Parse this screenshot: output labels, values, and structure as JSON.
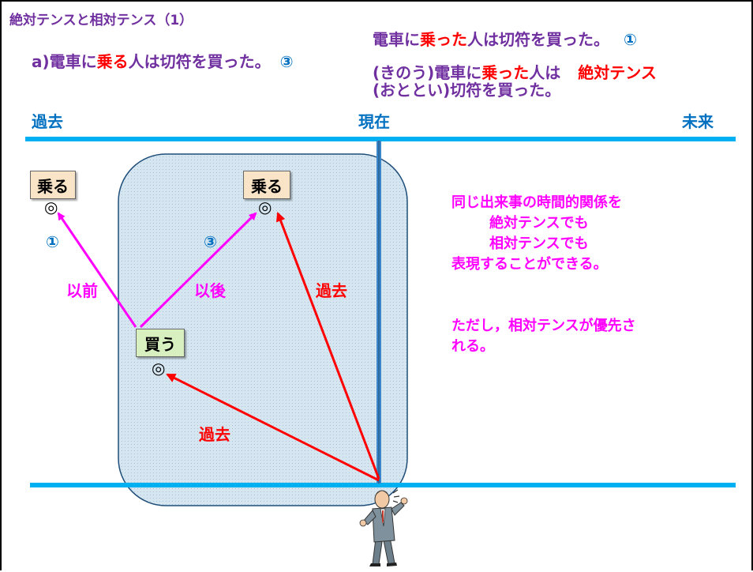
{
  "title": "絶対テンスと相対テンス（1）",
  "example_a": {
    "prefix": "a)電車に",
    "verb": "乗る",
    "suffix": "人は切符を買った。",
    "mark": "③"
  },
  "example_1": {
    "prefix": "電車に",
    "verb": "乗った",
    "suffix": "人は切符を買った。",
    "mark": "①"
  },
  "example_abs": {
    "line1_prefix": "(きのう)電車に",
    "line1_verb": "乗った",
    "line1_suffix": "人は",
    "label": "絶対テンス",
    "line2": "(おととい)切符を買った。"
  },
  "timeline": {
    "past": "過去",
    "present": "現在",
    "future": "未来"
  },
  "events": {
    "ride_far": "乗る",
    "ride_near": "乗る",
    "buy": "買う",
    "event_mark": "◎"
  },
  "arrow_labels": {
    "circle1": "①",
    "circle3": "③",
    "before": "以前",
    "after": "以後",
    "past_upper": "過去",
    "past_lower": "過去"
  },
  "note": {
    "line1": "同じ出来事の時間的関係を",
    "line2": "絶対テンスでも",
    "line3": "相対テンスでも",
    "line4": "表現することができる。",
    "line5": "ただし，相対テンスが優先さ",
    "line6": "れる。"
  },
  "colors": {
    "timeline": "#00b0f0",
    "region_fill": "#dce9f2",
    "region_border": "#1f4e79",
    "arrow_relative": "#ff00ff",
    "arrow_absolute": "#ff0000"
  },
  "speaker_icon": "businessman-speaking-icon"
}
